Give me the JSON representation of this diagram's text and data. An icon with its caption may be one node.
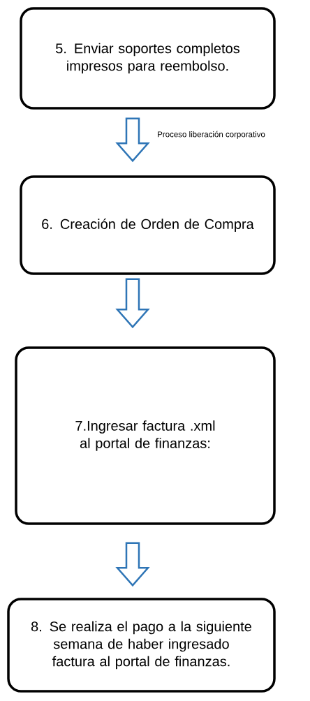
{
  "diagram": {
    "nodes": [
      {
        "text": [
          "5. Enviar soportes completos impresos para reembolso."
        ]
      },
      {
        "text": [
          "6. Creación de Orden de Compra"
        ]
      },
      {
        "text": [
          "7.Ingresar factura .xml al portal de finanzas:"
        ]
      },
      {
        "text": [
          "8. Se realiza el pago a la siguiente semana de haber ingresado factura al portal de finanzas."
        ]
      }
    ],
    "edges": [
      {
        "from": 0,
        "to": 1,
        "arrow": "to",
        "label": "Proceso liberación corporativo"
      },
      {
        "from": 1,
        "to": 2,
        "arrow": "to"
      },
      {
        "from": 2,
        "to": 3,
        "arrow": "to"
      }
    ]
  }
}
